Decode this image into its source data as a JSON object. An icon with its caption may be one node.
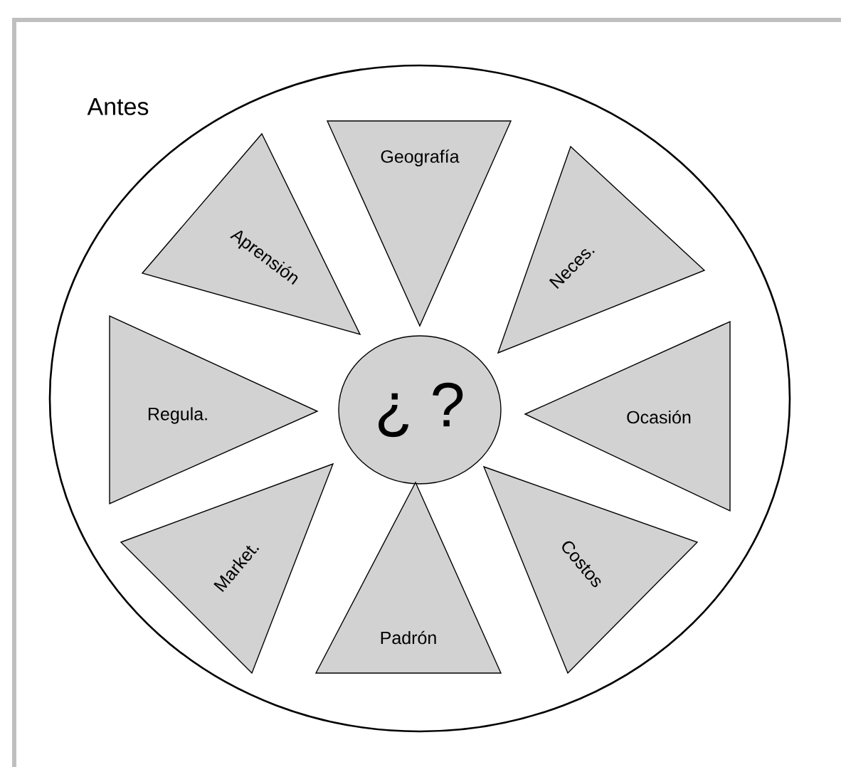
{
  "diagram": {
    "nodes": [
      {
        "text": [],
        "shape": "ellipse"
      },
      {
        "text": [
          "Geografía"
        ],
        "in": 0
      },
      {
        "text": [
          "Aprensión"
        ],
        "in": 0
      },
      {
        "text": [
          "Neces."
        ],
        "in": 0
      },
      {
        "text": [
          "Regula."
        ],
        "in": 0
      },
      {
        "text": [
          "¿ ?"
        ],
        "in": 0
      },
      {
        "text": [
          "Ocasión"
        ],
        "in": 0
      },
      {
        "text": [
          "Market."
        ],
        "in": 0
      },
      {
        "text": [
          "Padrón"
        ],
        "in": 0
      },
      {
        "text": [
          "Costos"
        ],
        "in": 0
      }
    ],
    "labels": [
      "Antes"
    ]
  }
}
